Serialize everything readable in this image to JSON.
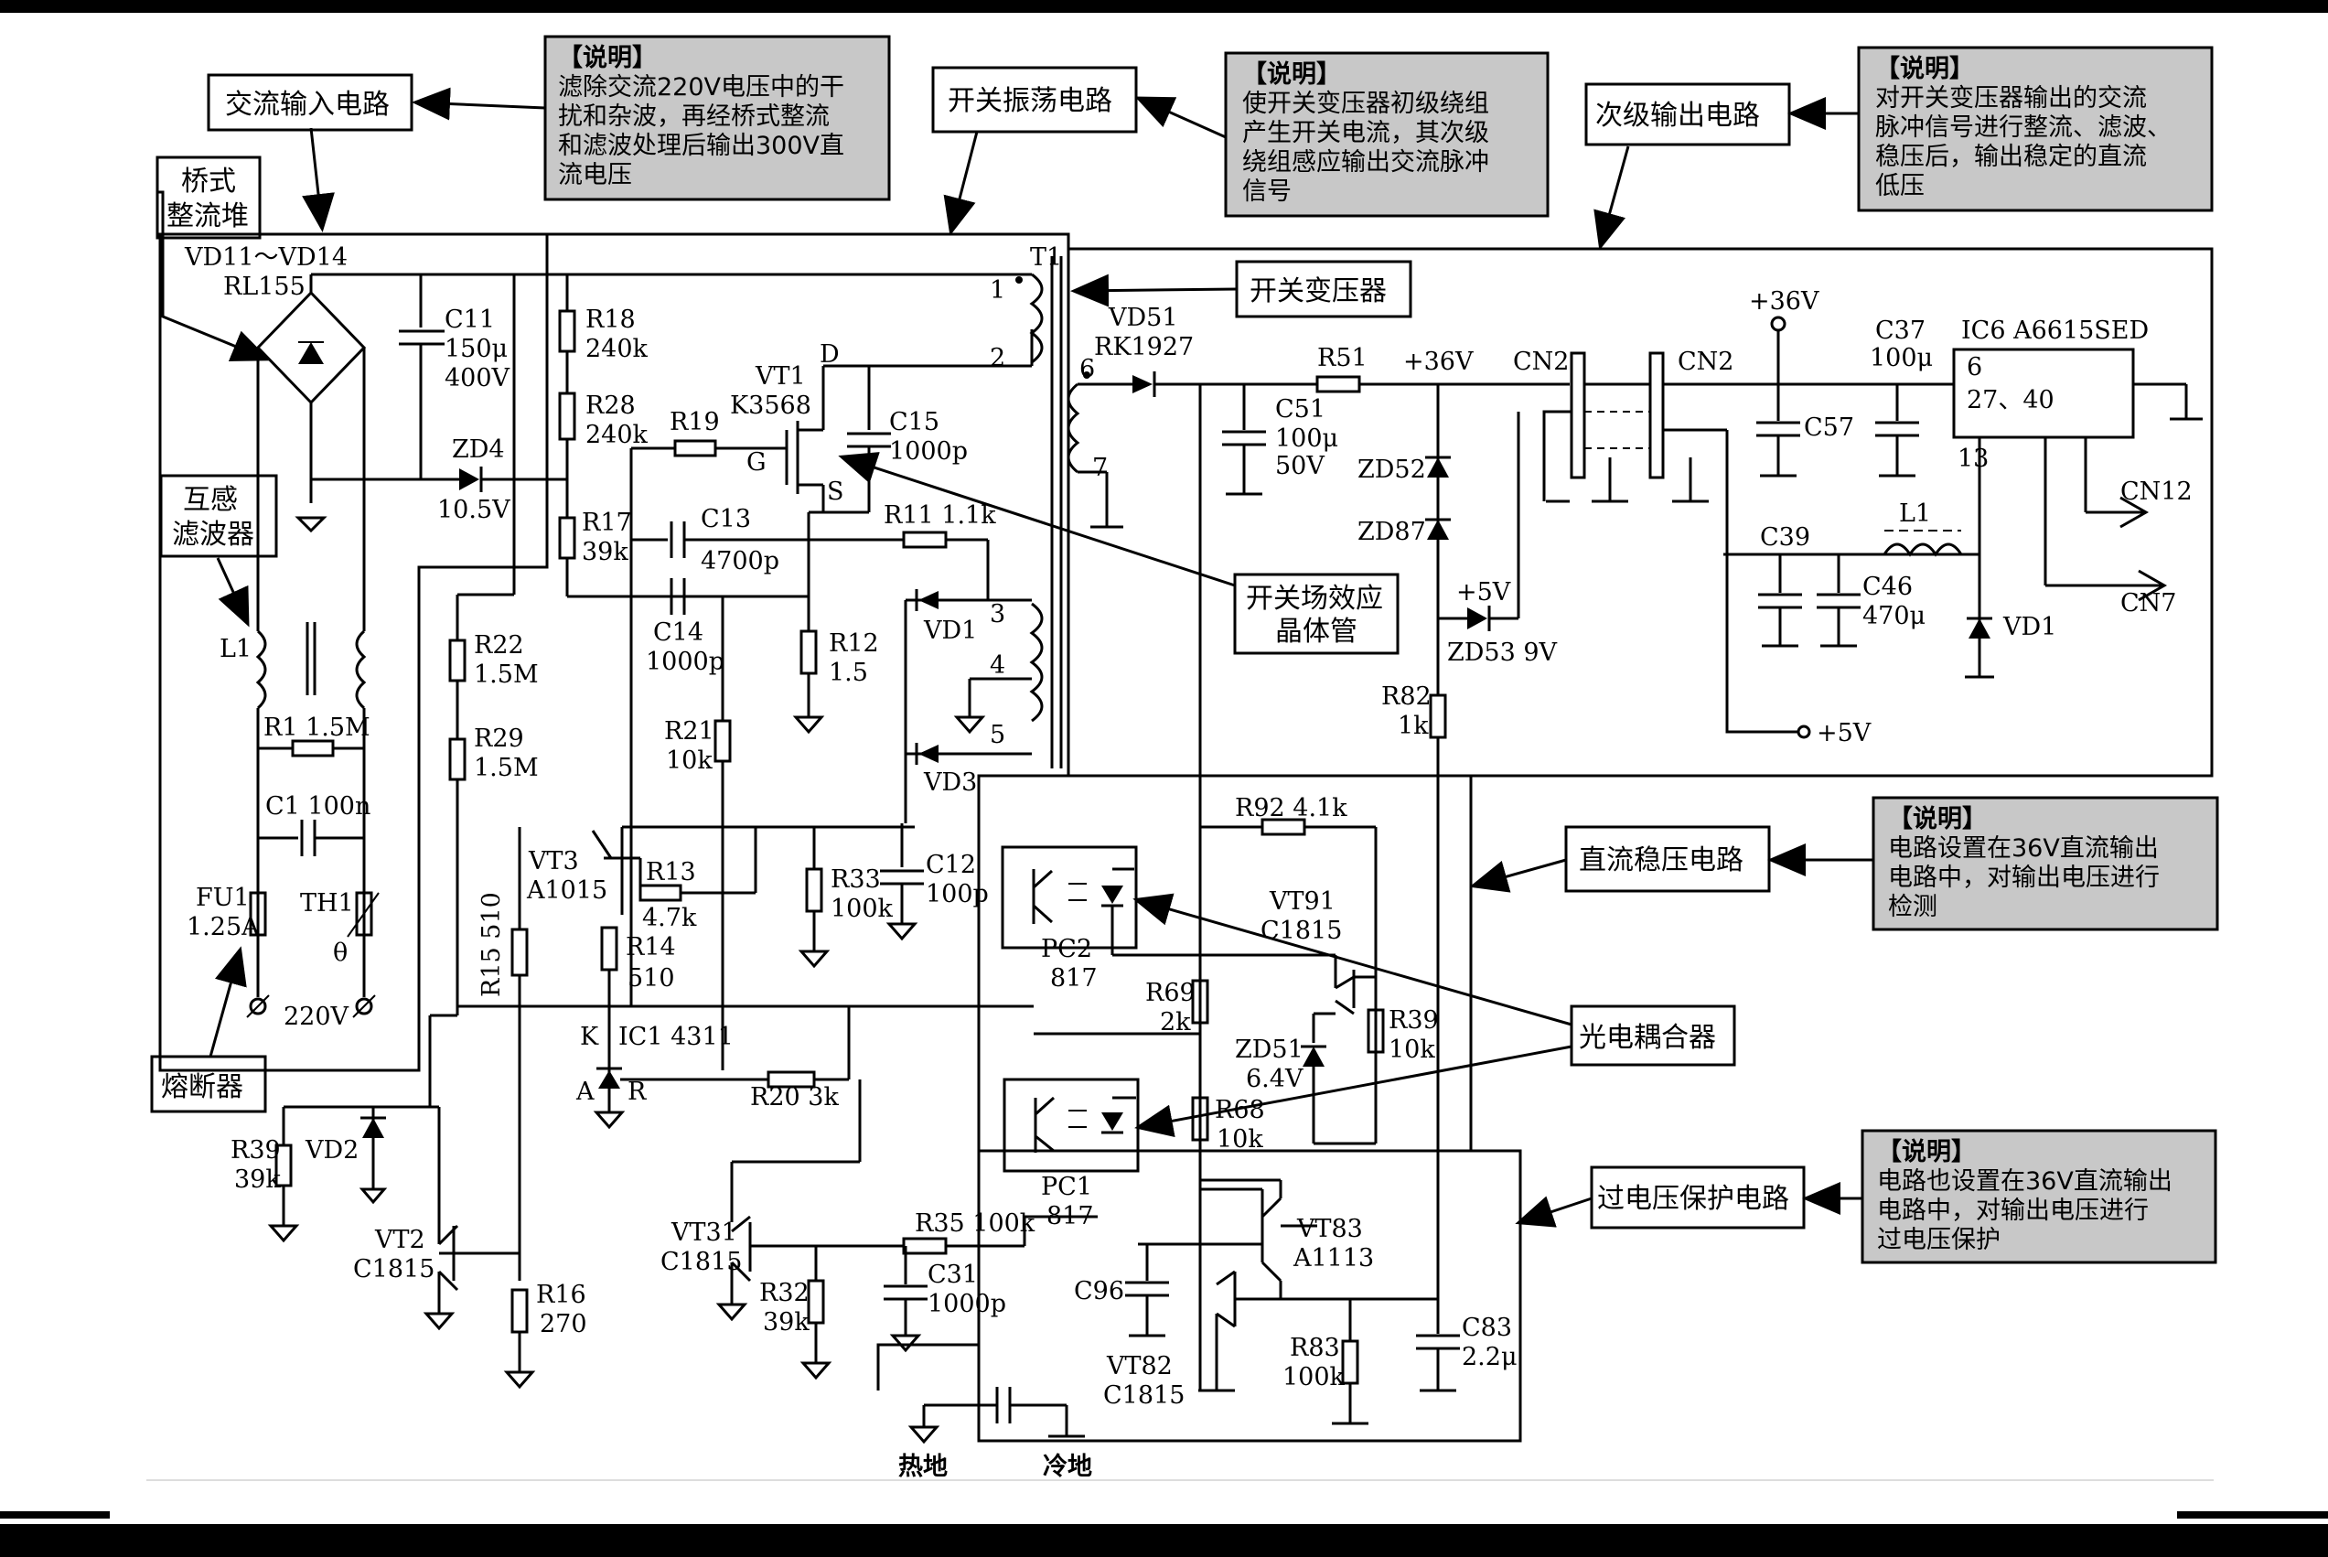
{
  "labels": {
    "ac_input": "交流输入电路",
    "bridge": "桥式\n整流堆",
    "filter": "互感\n滤波器",
    "fuse": "熔断器",
    "switch_osc": "开关振荡电路",
    "transformer": "开关变压器",
    "mosfet": "开关场效应\n晶体管",
    "secondary": "次级输出电路",
    "dc_reg": "直流稳压电路",
    "optocoupler": "光电耦合器",
    "ovp": "过电压保护电路",
    "hot_ground": "热地",
    "cold_ground": "冷地"
  },
  "notes": [
    {
      "header": "【说明】",
      "lines": [
        "滤除交流220V电压中的干",
        "扰和杂波，再经桥式整流",
        "和滤波处理后输出300V直",
        "流电压"
      ]
    },
    {
      "header": "【说明】",
      "lines": [
        "使开关变压器初级绕组",
        "产生开关电流，其次级",
        "绕组感应输出交流脉冲",
        "信号"
      ]
    },
    {
      "header": "【说明】",
      "lines": [
        "对开关变压器输出的交流",
        "脉冲信号进行整流、滤波、",
        "稳压后，输出稳定的直流",
        "低压"
      ]
    },
    {
      "header": "【说明】",
      "lines": [
        "电路设置在36V直流输出",
        "电路中，对输出电压进行",
        "检测"
      ]
    },
    {
      "header": "【说明】",
      "lines": [
        "电路也设置在36V直流输出",
        "电路中，对输出电压进行",
        "过电压保护"
      ]
    }
  ],
  "components": {
    "vd11": "VD11～VD14",
    "rl155": "RL155",
    "c11": "C11",
    "c11v": "150μ",
    "c11u": "400V",
    "zd4": "ZD4",
    "zd4v": "10.5V",
    "r18": "R18",
    "r18v": "240k",
    "r28": "R28",
    "r28v": "240k",
    "r17": "R17",
    "r17v": "39k",
    "r19": "R19",
    "vt1": "VT1",
    "vt1t": "K3568",
    "d": "D",
    "g": "G",
    "s": "S",
    "c15": "C15",
    "c15v": "1000p",
    "c13": "C13",
    "c13v": "4700p",
    "r11": "R11 1.1k",
    "c14": "C14",
    "c14v": "1000p",
    "r12": "R12",
    "r12v": "1.5",
    "vd1p": "VD1",
    "vd3": "VD3",
    "r21": "R21",
    "r21v": "10k",
    "r22": "R22",
    "r22v": "1.5M",
    "r29": "R29",
    "r29v": "1.5M",
    "l1": "L1",
    "r1": "R1 1.5M",
    "c1": "C1 100n",
    "fu1": "FU1",
    "fu1v": "1.25A",
    "th1": "TH1",
    "theta": "θ",
    "v220": "220V",
    "vt3": "VT3",
    "vt3t": "A1015",
    "r13": "R13",
    "r13v": "4.7k",
    "r14": "R14",
    "r14v": "510",
    "r15": "R15 510",
    "r33": "R33",
    "r33v": "100k",
    "c12": "C12",
    "c12v": "100p",
    "k": "K",
    "a": "A",
    "r": "R",
    "ic1": "IC1 4311",
    "r20": "R20 3k",
    "r39a": "R39",
    "r39av": "39k",
    "vd2": "VD2",
    "vt2": "VT2",
    "vt2t": "C1815",
    "r16": "R16",
    "r16v": "270",
    "vt31": "VT31",
    "vt31t": "C1815",
    "r32": "R32",
    "r32v": "39k",
    "r35": "R35 100k",
    "c31": "C31",
    "c31v": "1000p",
    "t1": "T1",
    "n1": "1",
    "n2": "2",
    "n3": "3",
    "n4": "4",
    "n5": "5",
    "n6": "6",
    "n7": "7",
    "vd51": "VD51",
    "vd51t": "RK1927",
    "r51": "R51",
    "p36": "+36V",
    "c51": "C51",
    "c51v": "100μ",
    "c51u": "50V",
    "zd52": "ZD52",
    "zd87": "ZD87",
    "p5": "+5V",
    "zd53": "ZD53 9V",
    "r82": "R82",
    "r82v": "1k",
    "cn2a": "CN2",
    "cn2b": "CN2",
    "p36b": "+36V",
    "c37": "C37",
    "c37v": "100μ",
    "c57": "C57",
    "ic6": "IC6 A6615SED",
    "ic6p6": "6",
    "ic6p": "27、40",
    "ic6p13": "13",
    "cn12": "CN12",
    "cn7": "CN7",
    "c39": "C39",
    "l1s": "L1",
    "c46": "C46",
    "c46v": "470μ",
    "vd1s": "VD1",
    "p5b": "+5V",
    "r92": "R92 4.1k",
    "vt91": "VT91",
    "vt91t": "C1815",
    "pc2": "PC2",
    "pc2t": "817",
    "r69": "R69",
    "r69v": "2k",
    "zd51": "ZD51",
    "zd51v": "6.4V",
    "r39b": "R39",
    "r39bv": "10k",
    "r68": "R68",
    "r68v": "10k",
    "pc1": "PC1",
    "pc1t": "817",
    "vt83": "VT83",
    "vt83t": "A1113",
    "c96": "C96",
    "vt82": "VT82",
    "vt82t": "C1815",
    "r83": "R83",
    "r83v": "100k",
    "c83": "C83",
    "c83v": "2.2μ"
  },
  "colors": {
    "note_bg": "#c8c8c8",
    "line": "#000000"
  }
}
